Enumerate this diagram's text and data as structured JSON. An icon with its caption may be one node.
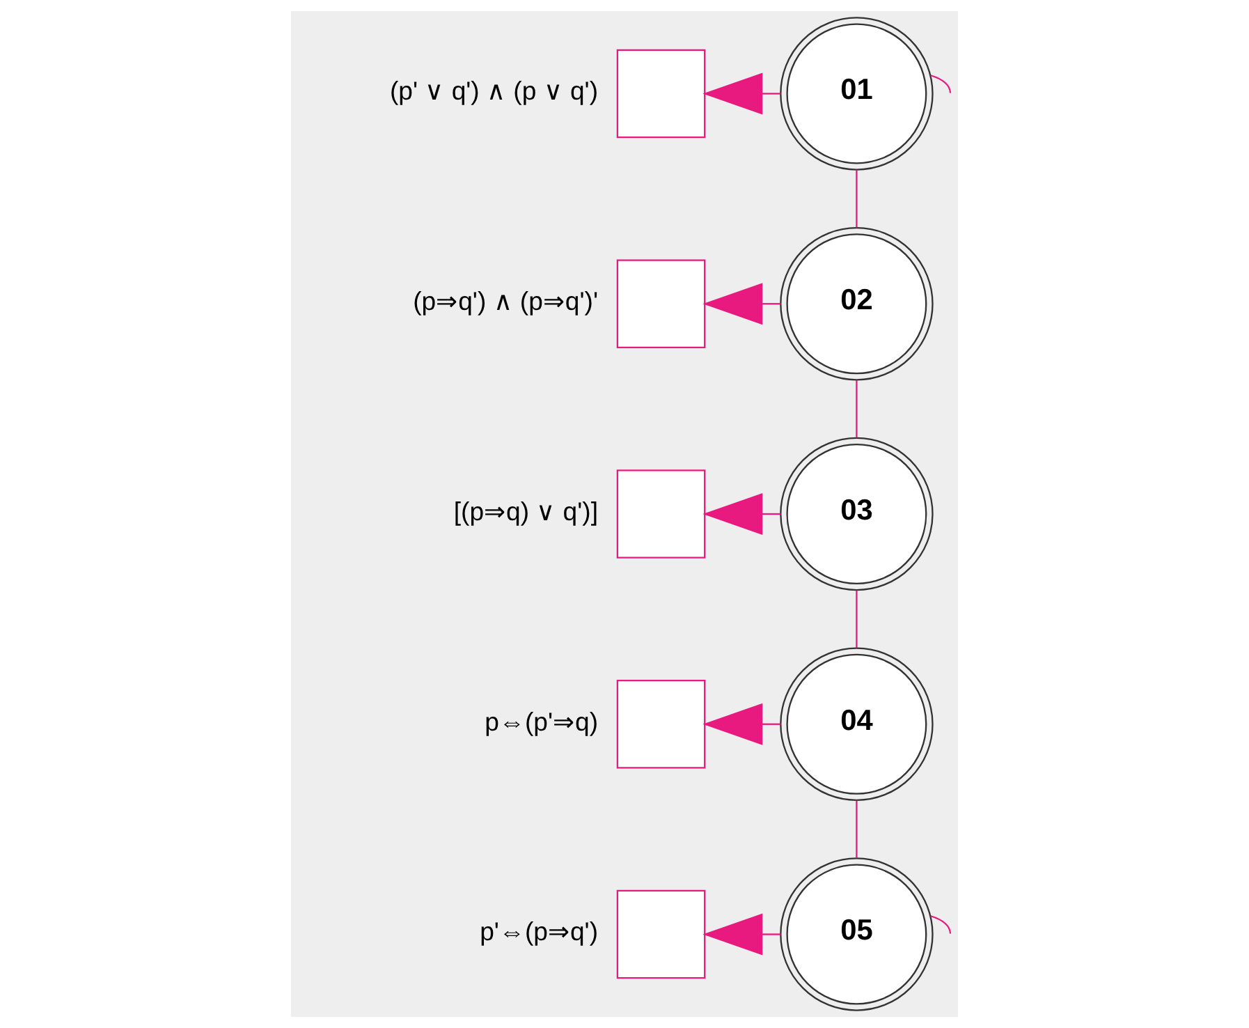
{
  "diagram": {
    "nodes": [
      {
        "text": [
          "01"
        ]
      },
      {
        "text": [
          "02"
        ]
      },
      {
        "text": [
          "03"
        ]
      },
      {
        "text": [
          "04"
        ]
      },
      {
        "text": [
          "05"
        ]
      },
      {
        "text": [],
        "shape": "box",
        "beside": [
          "(p' ∨ q') ∧ (p ∨ q')"
        ]
      },
      {
        "text": [],
        "shape": "box",
        "beside": [
          "(p⇒q') ∧ (p⇒q')'"
        ]
      },
      {
        "text": [],
        "shape": "box",
        "beside": [
          "[(p⇒q) ∨ q')]"
        ]
      },
      {
        "text": [],
        "shape": "box",
        "beside": [
          "p⇔(p'⇒q)"
        ]
      },
      {
        "text": [],
        "shape": "box",
        "beside": [
          "p'⇔(p⇒q')"
        ]
      }
    ],
    "edges": [
      {
        "from": 0,
        "to": null,
        "arrow": "none"
      },
      {
        "from": 0,
        "to": 1,
        "arrow": "none"
      },
      {
        "from": 1,
        "to": 2,
        "arrow": "none"
      },
      {
        "from": 2,
        "to": 3,
        "arrow": "none"
      },
      {
        "from": 3,
        "to": 4,
        "arrow": "none"
      },
      {
        "from": 4,
        "to": null,
        "arrow": "none"
      },
      {
        "from": 0,
        "to": 5,
        "arrow": "to"
      },
      {
        "from": 1,
        "to": 6,
        "arrow": "to"
      },
      {
        "from": 2,
        "to": 7,
        "arrow": "to"
      },
      {
        "from": 3,
        "to": 8,
        "arrow": "to"
      },
      {
        "from": 4,
        "to": 9,
        "arrow": "to"
      }
    ]
  }
}
